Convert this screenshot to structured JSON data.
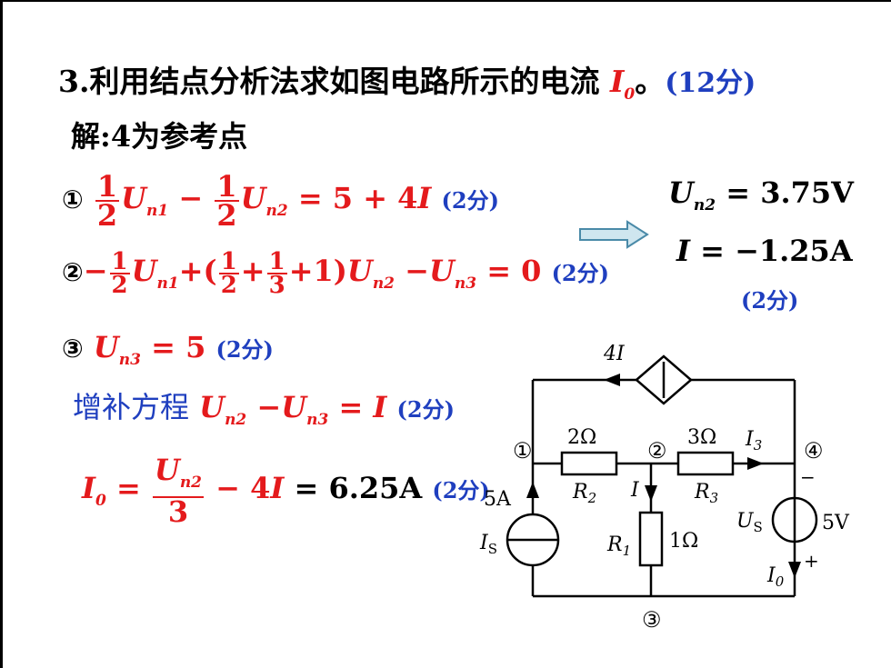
{
  "title": {
    "num": "3.",
    "text": "利用结点分析法求如图电路所示的电流",
    "var": "I",
    "var_sub": "0",
    "punct": "。",
    "score": "(12分)"
  },
  "solution": {
    "label": "解:",
    "text": "4为参考点"
  },
  "eq1": {
    "marker": "①",
    "frac1_num": "1",
    "frac1_den": "2",
    "var1": "U",
    "sub1": "n1",
    "minus": "−",
    "frac2_num": "1",
    "frac2_den": "2",
    "var2": "U",
    "sub2": "n2",
    "rhs": "= 5 + 4",
    "rhs_var": "I",
    "score": "(2分)"
  },
  "eq2": {
    "marker": "②",
    "lead": "−",
    "frac1_num": "1",
    "frac1_den": "2",
    "var1": "U",
    "sub1": "n1",
    "plus_open": "+(",
    "frac2_num": "1",
    "frac2_den": "2",
    "plus": "+",
    "frac3_num": "1",
    "frac3_den": "3",
    "close": "+1)",
    "var2": "U",
    "sub2": "n2",
    "minus": "−",
    "var3": "U",
    "sub3": "n3",
    "rhs": "= 0",
    "score": "(2分)"
  },
  "eq3": {
    "marker": "③",
    "var": "U",
    "sub": "n3",
    "rhs": "= 5",
    "score": "(2分)"
  },
  "supplement": {
    "label": "增补方程",
    "var1": "U",
    "sub1": "n2",
    "minus": "−",
    "var2": "U",
    "sub2": "n3",
    "rhs": "=",
    "rhs_var": "I",
    "score": "(2分)"
  },
  "final": {
    "lhs_var": "I",
    "lhs_sub": "0",
    "eq": "=",
    "num_var": "U",
    "num_sub": "n2",
    "den": "3",
    "minus": "− 4",
    "minus_var": "I",
    "result": "= 6.25A",
    "score": "(2分)"
  },
  "results": {
    "r1_var": "U",
    "r1_sub": "n2",
    "r1_value": "= 3.75V",
    "r2_var": "I",
    "r2_value": "= −1.25A",
    "score": "(2分)"
  },
  "circuit": {
    "dep_source_label": "4I",
    "node1": "①",
    "node2": "②",
    "node3": "③",
    "node4": "④",
    "r2_value": "2Ω",
    "r2_name": "R",
    "r2_sub": "2",
    "r3_value": "3Ω",
    "r3_name": "R",
    "r3_sub": "3",
    "r1_value": "1Ω",
    "r1_name": "R",
    "r1_sub": "1",
    "i3_label": "I",
    "i3_sub": "3",
    "i_label": "I",
    "is_value": "5A",
    "is_name": "I",
    "is_sub": "S",
    "us_name": "U",
    "us_sub": "S",
    "us_value": "5V",
    "us_minus": "−",
    "us_plus": "+",
    "i0_label": "I",
    "i0_sub": "0"
  }
}
